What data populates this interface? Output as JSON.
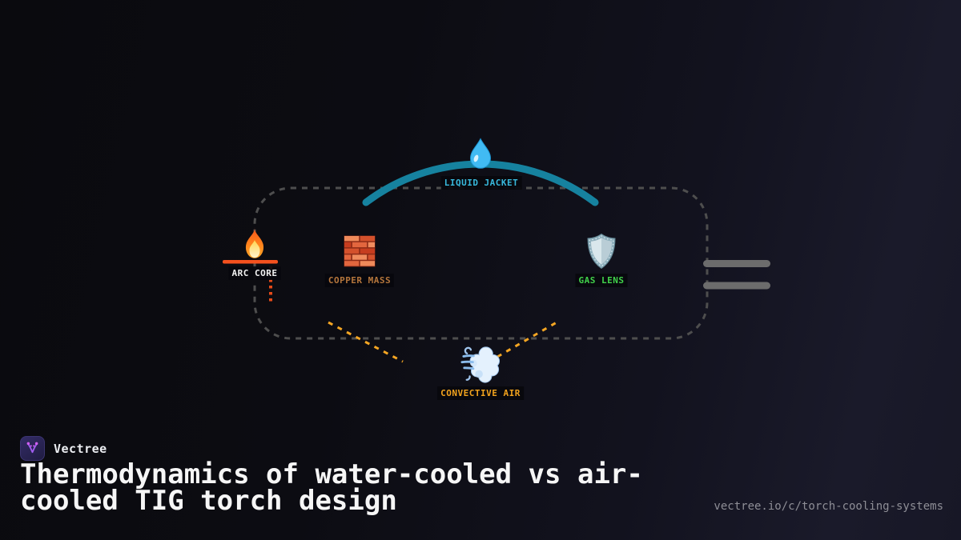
{
  "brand": {
    "name": "Vectree",
    "logo_icon": "vectree-branch-logo"
  },
  "title": "Thermodynamics of water-cooled vs air-cooled TIG torch design",
  "footer": {
    "url": "vectree.io/c/torch-cooling-systems"
  },
  "colors": {
    "frame_dash": "#4e4e4e",
    "coolant_arc": "#16829f",
    "connector_orange": "#f5a623",
    "heat_line": "#f4511e",
    "heat_dots": "#e64a19",
    "equals_bars": "#6c6c6c",
    "logo_purple": "#a15ef0",
    "logo_dot": "#cf5ff2"
  },
  "diagram": {
    "nodes": [
      {
        "id": "liquid-jacket",
        "label": "LIQUID JACKET",
        "icon": "water-drop-icon",
        "label_color": "#38b9dc"
      },
      {
        "id": "arc-core",
        "label": "ARC CORE",
        "icon": "fire-icon",
        "label_color": "#f2f2f2"
      },
      {
        "id": "copper-mass",
        "label": "COPPER MASS",
        "icon": "brick-wall-icon",
        "label_color": "#b5763c"
      },
      {
        "id": "gas-lens",
        "label": "GAS LENS",
        "icon": "shield-icon",
        "label_color": "#41d24b"
      },
      {
        "id": "convective-air",
        "label": "CONVECTIVE AIR",
        "icon": "wind-cloud-icon",
        "label_color": "#f2a31d"
      }
    ]
  }
}
